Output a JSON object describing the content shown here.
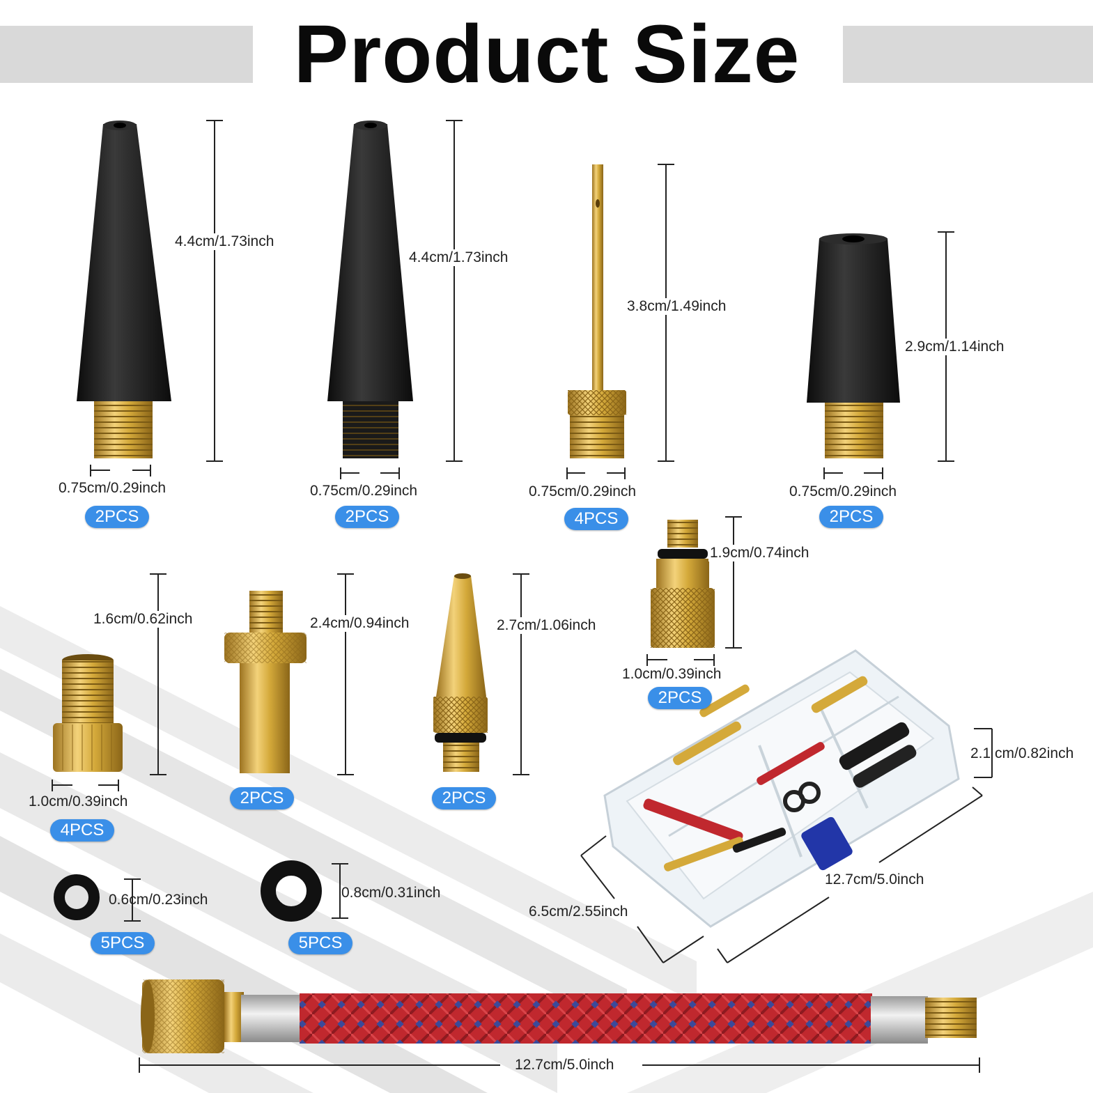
{
  "title": "Product Size",
  "items": [
    {
      "height": "4.4cm/1.73inch",
      "width": "0.75cm/0.29inch",
      "qty": "2PCS"
    },
    {
      "height": "4.4cm/1.73inch",
      "width": "0.75cm/0.29inch",
      "qty": "2PCS"
    },
    {
      "height": "3.8cm/1.49inch",
      "width": "0.75cm/0.29inch",
      "qty": "4PCS"
    },
    {
      "height": "2.9cm/1.14inch",
      "width": "0.75cm/0.29inch",
      "qty": "2PCS"
    },
    {
      "height": "1.9cm/0.74inch",
      "width": "1.0cm/0.39inch",
      "qty": "2PCS"
    },
    {
      "height": "1.6cm/0.62inch",
      "width": "1.0cm/0.39inch",
      "qty": "4PCS"
    },
    {
      "height": "2.4cm/0.94inch",
      "qty": "2PCS"
    },
    {
      "height": "2.7cm/1.06inch",
      "qty": "2PCS"
    },
    {
      "height": "0.6cm/0.23inch",
      "qty": "5PCS"
    },
    {
      "height": "0.8cm/0.31inch",
      "qty": "5PCS"
    }
  ],
  "box": {
    "height": "2.1 cm/0.82inch",
    "length": "12.7cm/5.0inch",
    "width": "6.5cm/2.55inch"
  },
  "hose": {
    "length": "12.7cm/5.0inch"
  },
  "colors": {
    "qty_badge": "#3a8fe8",
    "title_bar": "#d9d9d9",
    "brass": "#d4a93a",
    "black_part": "#1a1a1a",
    "hose_red": "#c0282e",
    "hose_blue": "#3b4a9a"
  }
}
